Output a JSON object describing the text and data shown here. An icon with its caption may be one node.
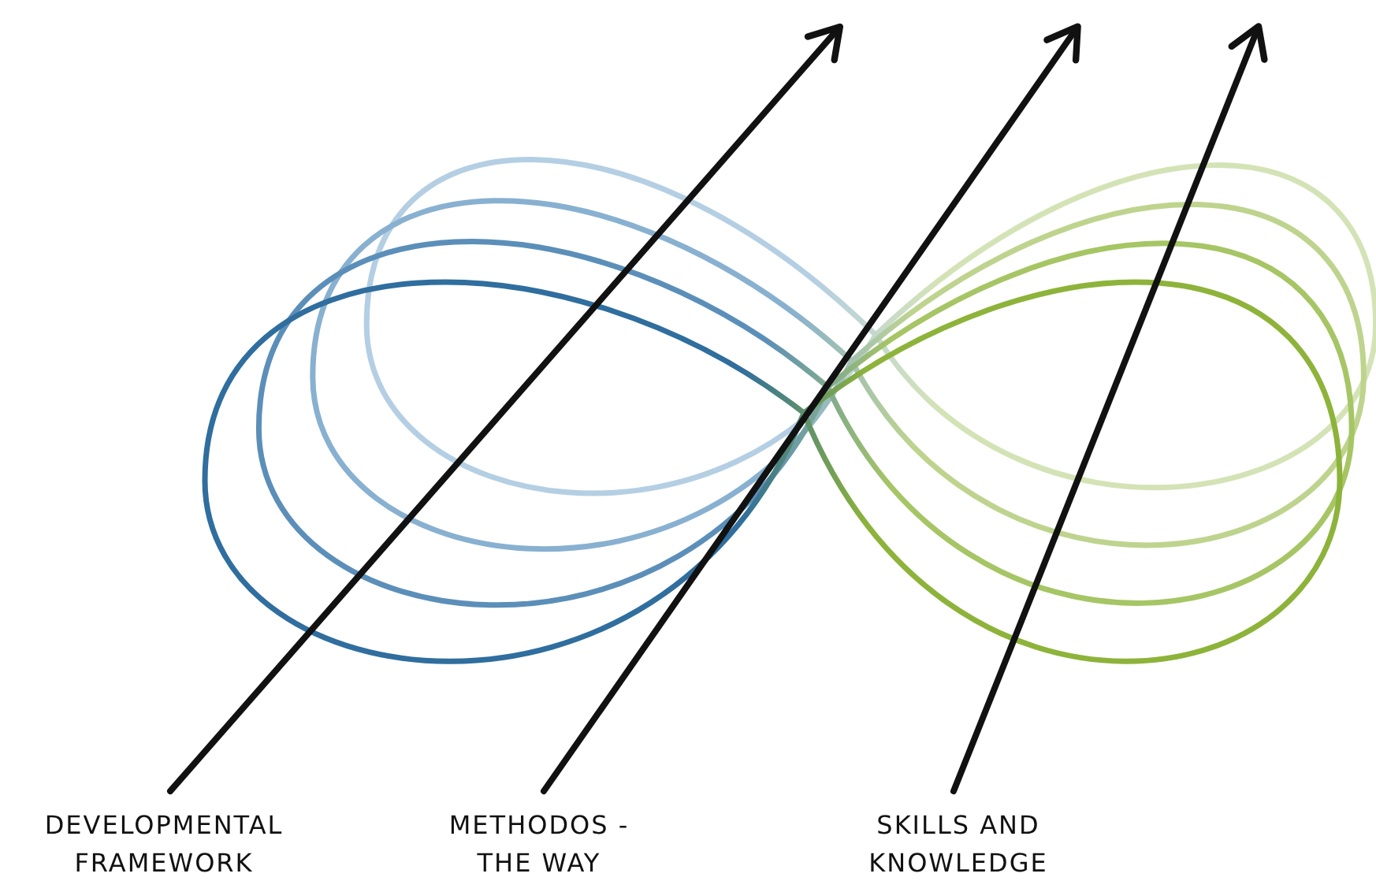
{
  "diagram": {
    "nodes": [
      {
        "text": [
          "DEVELOPMENTAL FRAMEWORK"
        ]
      },
      {
        "text": [
          "METHODOS -THE WAY"
        ]
      },
      {
        "text": [
          "SKILLS AND KNOWLEDGE"
        ]
      }
    ],
    "edges": [
      {
        "from": 0,
        "to": null,
        "arrow": "to"
      },
      {
        "from": 1,
        "to": null,
        "arrow": "to"
      },
      {
        "from": 2,
        "to": null,
        "arrow": "to"
      }
    ]
  }
}
